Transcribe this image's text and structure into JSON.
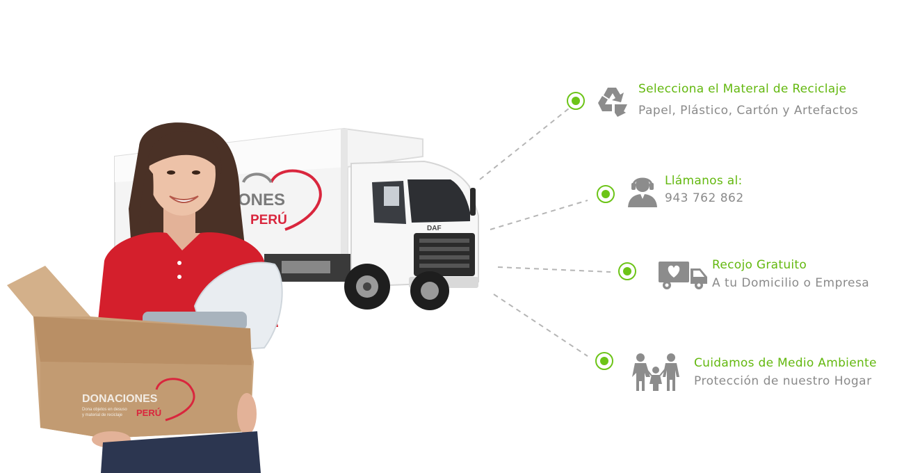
{
  "truck_brand": {
    "line1": "CIONES",
    "line2": "PERÚ",
    "grille": "DAF"
  },
  "box_brand": {
    "line1": "DONACIONES",
    "line2": "PERÚ",
    "tagline1": "Dona objetos en desuso",
    "tagline2": "y material de reciclaje"
  },
  "features": [
    {
      "icon": "recycle-icon",
      "title": "Selecciona el Materal de Reciclaje",
      "subtitle": "Papel, Plástico, Cartón y Artefactos"
    },
    {
      "icon": "headset-agent-icon",
      "title": "Llámanos al:",
      "subtitle": "943 762 862"
    },
    {
      "icon": "heart-truck-icon",
      "title": "Recojo Gratuito",
      "subtitle": "A tu Domicilio o Empresa"
    },
    {
      "icon": "family-icon",
      "title": "Cuidamos de Medio Ambiente",
      "subtitle": "Protección de nuestro Hogar"
    }
  ],
  "colors": {
    "accent_green": "#6cc417",
    "text_gray": "#8a8a8a",
    "icon_gray": "#8c8c8c",
    "brand_red": "#d9263d",
    "connector_gray": "#b5b5b5"
  }
}
